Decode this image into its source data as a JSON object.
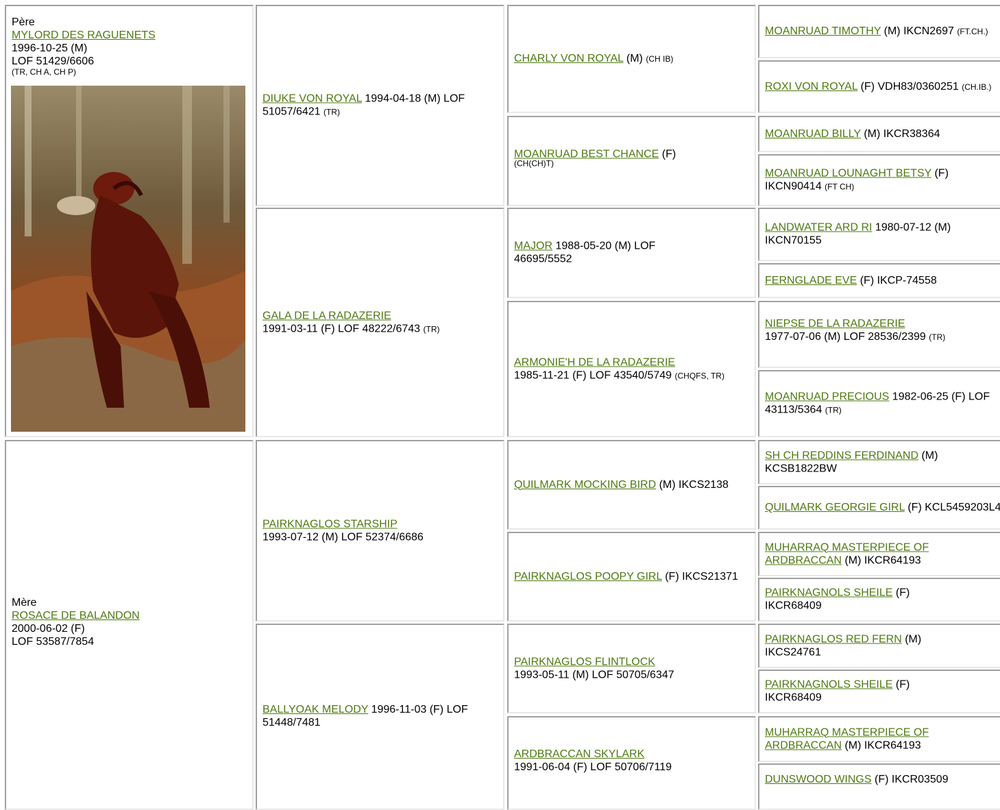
{
  "father": {
    "heading": "Père",
    "name": "MYLORD DES RAGUENETS",
    "line1": "1996-10-25 (M)",
    "line2": "LOF 51429/6606",
    "titles": "(TR, CH A, CH P)",
    "photo_icon": "irish-setter-photo"
  },
  "mother": {
    "heading": "Mère",
    "name": "ROSACE DE BALANDON",
    "line1": "2000-06-02 (F)",
    "line2": "LOF 53587/7854"
  },
  "gen2": [
    {
      "name": "DIUKE VON ROYAL",
      "info": " 1994-04-18 (M) LOF 51057/6421 ",
      "titles": "(TR)"
    },
    {
      "name": "GALA DE LA RADAZERIE",
      "info": "1991-03-11 (F) LOF 48222/6743 ",
      "titles": "(TR)"
    },
    {
      "name": "PAIRKNAGLOS STARSHIP",
      "info": "1993-07-12 (M) LOF 52374/6686",
      "titles": ""
    },
    {
      "name": "BALLYOAK MELODY",
      "info": " 1996-11-03 (F) LOF 51448/7481",
      "titles": ""
    }
  ],
  "gen3": [
    {
      "name": "CHARLY VON ROYAL",
      "info": " (M) ",
      "titles": "(CH IB)"
    },
    {
      "name": "MOANRUAD BEST CHANCE",
      "info": " (F) ",
      "titles": "(CH(CH)T)"
    },
    {
      "name": "MAJOR",
      "info": " 1988-05-20 (M) LOF 46695/5552",
      "titles": ""
    },
    {
      "name": "ARMONIE'H DE LA RADAZERIE",
      "info": "1985-11-21 (F) LOF 43540/5749 ",
      "titles": "(CHQFS, TR)"
    },
    {
      "name": "QUILMARK MOCKING BIRD",
      "info": " (M) IKCS2138",
      "titles": ""
    },
    {
      "name": "PAIRKNAGLOS POOPY GIRL",
      "info": " (F) IKCS21371",
      "titles": ""
    },
    {
      "name": "PAIRKNAGLOS FLINTLOCK",
      "info": "1993-05-11 (M) LOF 50705/6347",
      "titles": ""
    },
    {
      "name": "ARDBRACCAN SKYLARK",
      "info": "1991-06-04 (F) LOF 50706/7119",
      "titles": ""
    }
  ],
  "gen4": [
    {
      "name": "MOANRUAD TIMOTHY",
      "info": " (M) IKCN2697 ",
      "titles": "(FT.CH.)"
    },
    {
      "name": "ROXI VON ROYAL",
      "info": " (F) VDH83/0360251 ",
      "titles": "(CH.IB.)"
    },
    {
      "name": "MOANRUAD BILLY",
      "info": " (M) IKCR38364",
      "titles": ""
    },
    {
      "name": "MOANRUAD LOUNAGHT BETSY",
      "info": " (F) IKCN90414 ",
      "titles": "(FT CH)"
    },
    {
      "name": "LANDWATER ARD RI",
      "info": " 1980-07-12 (M) IKCN70155",
      "titles": ""
    },
    {
      "name": "FERNGLADE EVE",
      "info": " (F) IKCP-74558",
      "titles": ""
    },
    {
      "name": "NIEPSE DE LA RADAZERIE",
      "info": "1977-07-06 (M) LOF 28536/2399 ",
      "titles": "(TR)"
    },
    {
      "name": "MOANRUAD PRECIOUS",
      "info": " 1982-06-25 (F) LOF 43113/5364 ",
      "titles": "(TR)"
    },
    {
      "name": "SH CH REDDINS FERDINAND",
      "info": " (M) KCSB1822BW",
      "titles": ""
    },
    {
      "name": "QUILMARK GEORGIE GIRL",
      "info": " (F) KCL5459203L4",
      "titles": ""
    },
    {
      "name": "MUHARRAQ MASTERPIECE OF ARDBRACCAN",
      "info": " (M) IKCR64193",
      "titles": ""
    },
    {
      "name": "PAIRKNAGNOLS SHEILE",
      "info": " (F) IKCR68409",
      "titles": ""
    },
    {
      "name": "PAIRKNAGLOS RED FERN",
      "info": " (M) IKCS24761",
      "titles": ""
    },
    {
      "name": "PAIRKNAGNOLS SHEILE",
      "info": " (F) IKCR68409",
      "titles": ""
    },
    {
      "name": "MUHARRAQ MASTERPIECE OF ARDBRACCAN",
      "info": " (M) IKCR64193",
      "titles": ""
    },
    {
      "name": "DUNSWOOD WINGS",
      "info": " (F) IKCR03509",
      "titles": ""
    }
  ]
}
